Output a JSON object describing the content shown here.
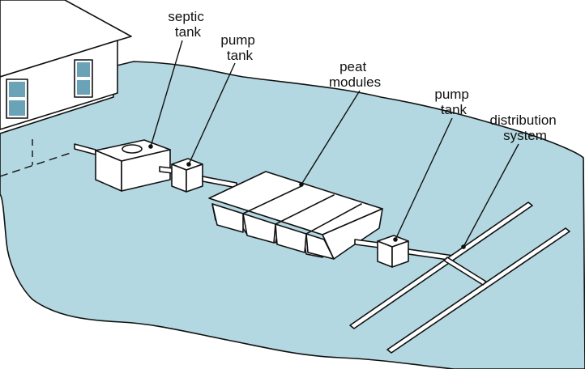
{
  "labels": {
    "septic_tank": [
      "septic",
      "tank"
    ],
    "pump_tank_1": [
      "pump",
      "tank"
    ],
    "peat_modules": [
      "peat",
      "modules"
    ],
    "pump_tank_2": [
      "pump",
      "tank"
    ],
    "distribution_system": [
      "distribution",
      "system"
    ]
  },
  "colors": {
    "ground": "#b3d8e1",
    "component_fill": "#ffffff",
    "ink": "#111111",
    "window_glass": "#6aa3b8"
  }
}
